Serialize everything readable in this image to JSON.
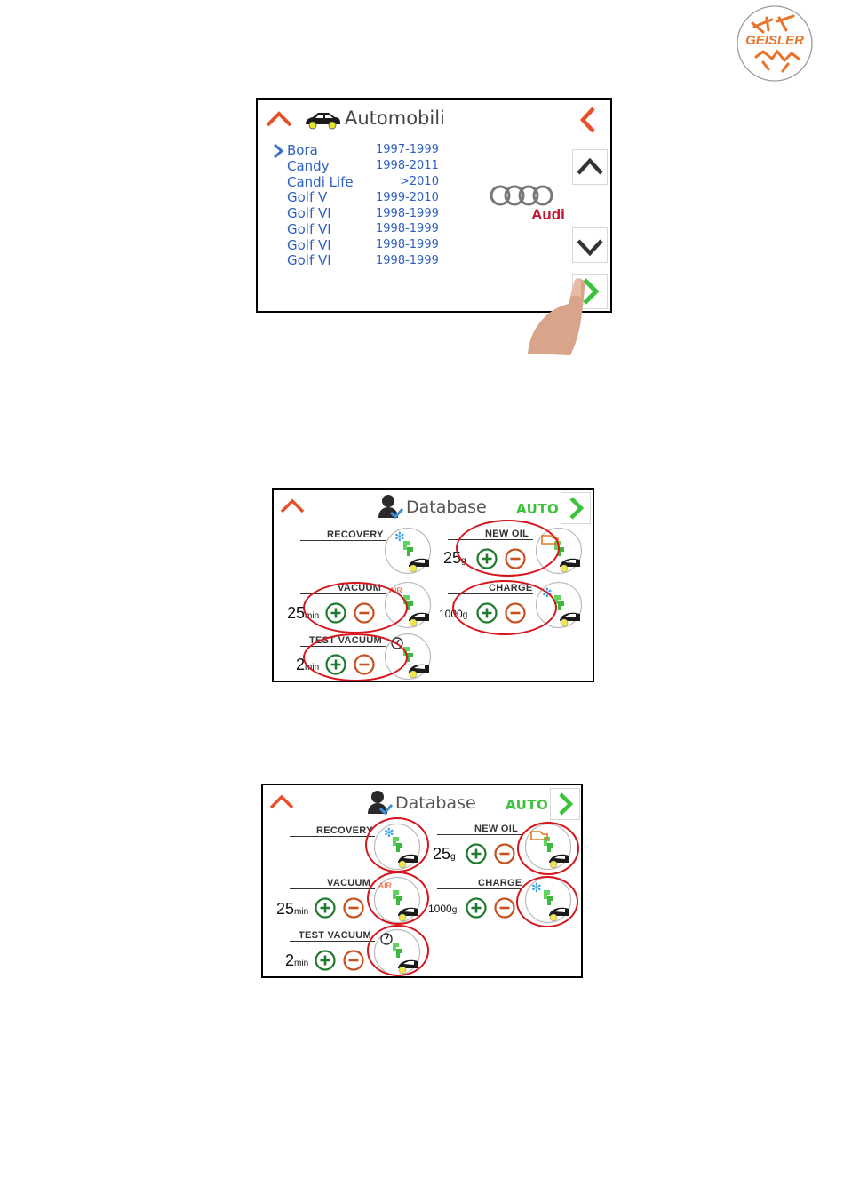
{
  "logo": {
    "text": "GEISLER",
    "color": "#e8742a"
  },
  "screen1": {
    "title": "Automobili",
    "brand": "Audi",
    "models": [
      {
        "name": "Bora",
        "years": "1997-1999",
        "selected": true
      },
      {
        "name": "Candy",
        "years": "1998-2011",
        "selected": false
      },
      {
        "name": "Candi Life",
        "years": ">2010",
        "selected": false
      },
      {
        "name": "Golf V",
        "years": "1999-2010",
        "selected": false
      },
      {
        "name": "Golf VI",
        "years": "1998-1999",
        "selected": false
      },
      {
        "name": "Golf VI",
        "years": "1998-1999",
        "selected": false
      },
      {
        "name": "Golf VI",
        "years": "1998-1999",
        "selected": false
      },
      {
        "name": "Golf VI",
        "years": "1998-1999",
        "selected": false
      }
    ]
  },
  "database": {
    "title": "Database",
    "mode": "AUTO",
    "recovery_label": "RECOVERY",
    "new_oil_label": "NEW OIL",
    "new_oil_value": "25",
    "new_oil_unit": "g",
    "vacuum_label": "VACUUM",
    "vacuum_value": "25",
    "vacuum_unit": "min",
    "vacuum_phase_text": "AIR",
    "charge_label": "CHARGE",
    "charge_value": "1000",
    "charge_unit": "g",
    "test_vacuum_label": "TEST VACUUM",
    "test_vacuum_value": "2",
    "test_vacuum_unit": "min"
  },
  "colors": {
    "accent_orange": "#e8502a",
    "nav_green": "#3cc33c",
    "list_blue": "#2f5fc4",
    "highlight_red": "#d8141c",
    "plus_green": "#1e7a2e",
    "minus_orange": "#c8501e"
  }
}
